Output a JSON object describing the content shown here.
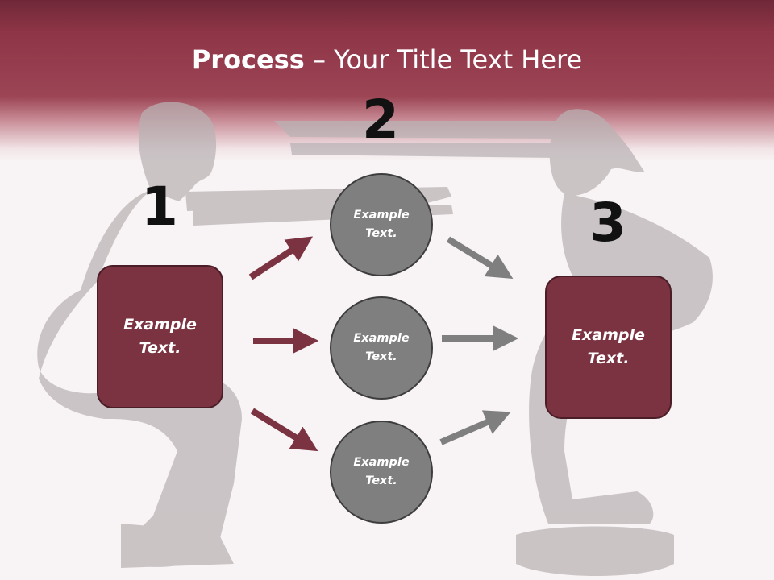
{
  "slide": {
    "title_strong": "Process",
    "title_rest": " – Your Title Text Here",
    "step_numbers": [
      "1",
      "2",
      "3"
    ],
    "left_box": {
      "line1": "Example",
      "line2": "Text."
    },
    "right_box": {
      "line1": "Example",
      "line2": "Text."
    },
    "circles": [
      {
        "line1": "Example",
        "line2": "Text."
      },
      {
        "line1": "Example",
        "line2": "Text."
      },
      {
        "line1": "Example",
        "line2": "Text."
      }
    ]
  },
  "colors": {
    "header": "#9c4555",
    "box_fill": "#7b3342",
    "box_border": "#4a1d27",
    "circle_fill": "#7f7f7f",
    "arrow_red": "#7b3342",
    "arrow_gray": "#7f7f7f",
    "background": "#f8f3f4"
  }
}
